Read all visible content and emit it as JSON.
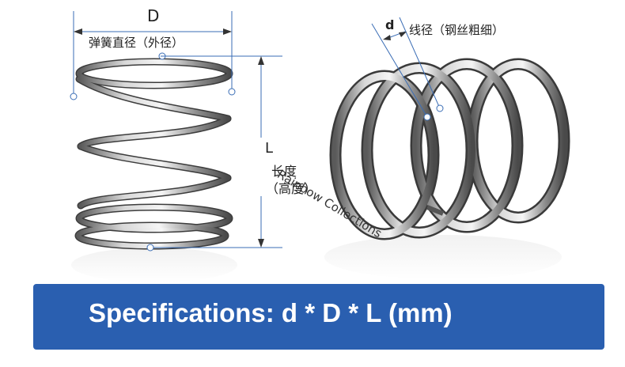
{
  "dimension_D": {
    "letter": "D",
    "caption": "弹簧直径（外径）"
  },
  "dimension_L": {
    "letter": "L",
    "caption_line1": "长度",
    "caption_line2": "（高度）"
  },
  "dimension_d": {
    "letter": "d",
    "caption": "线径（钢丝粗细）"
  },
  "watermark": "Rainbow Collections",
  "spec_banner": {
    "text": "Specifications: d * D * L (mm)",
    "color": "#2a5fb0"
  }
}
